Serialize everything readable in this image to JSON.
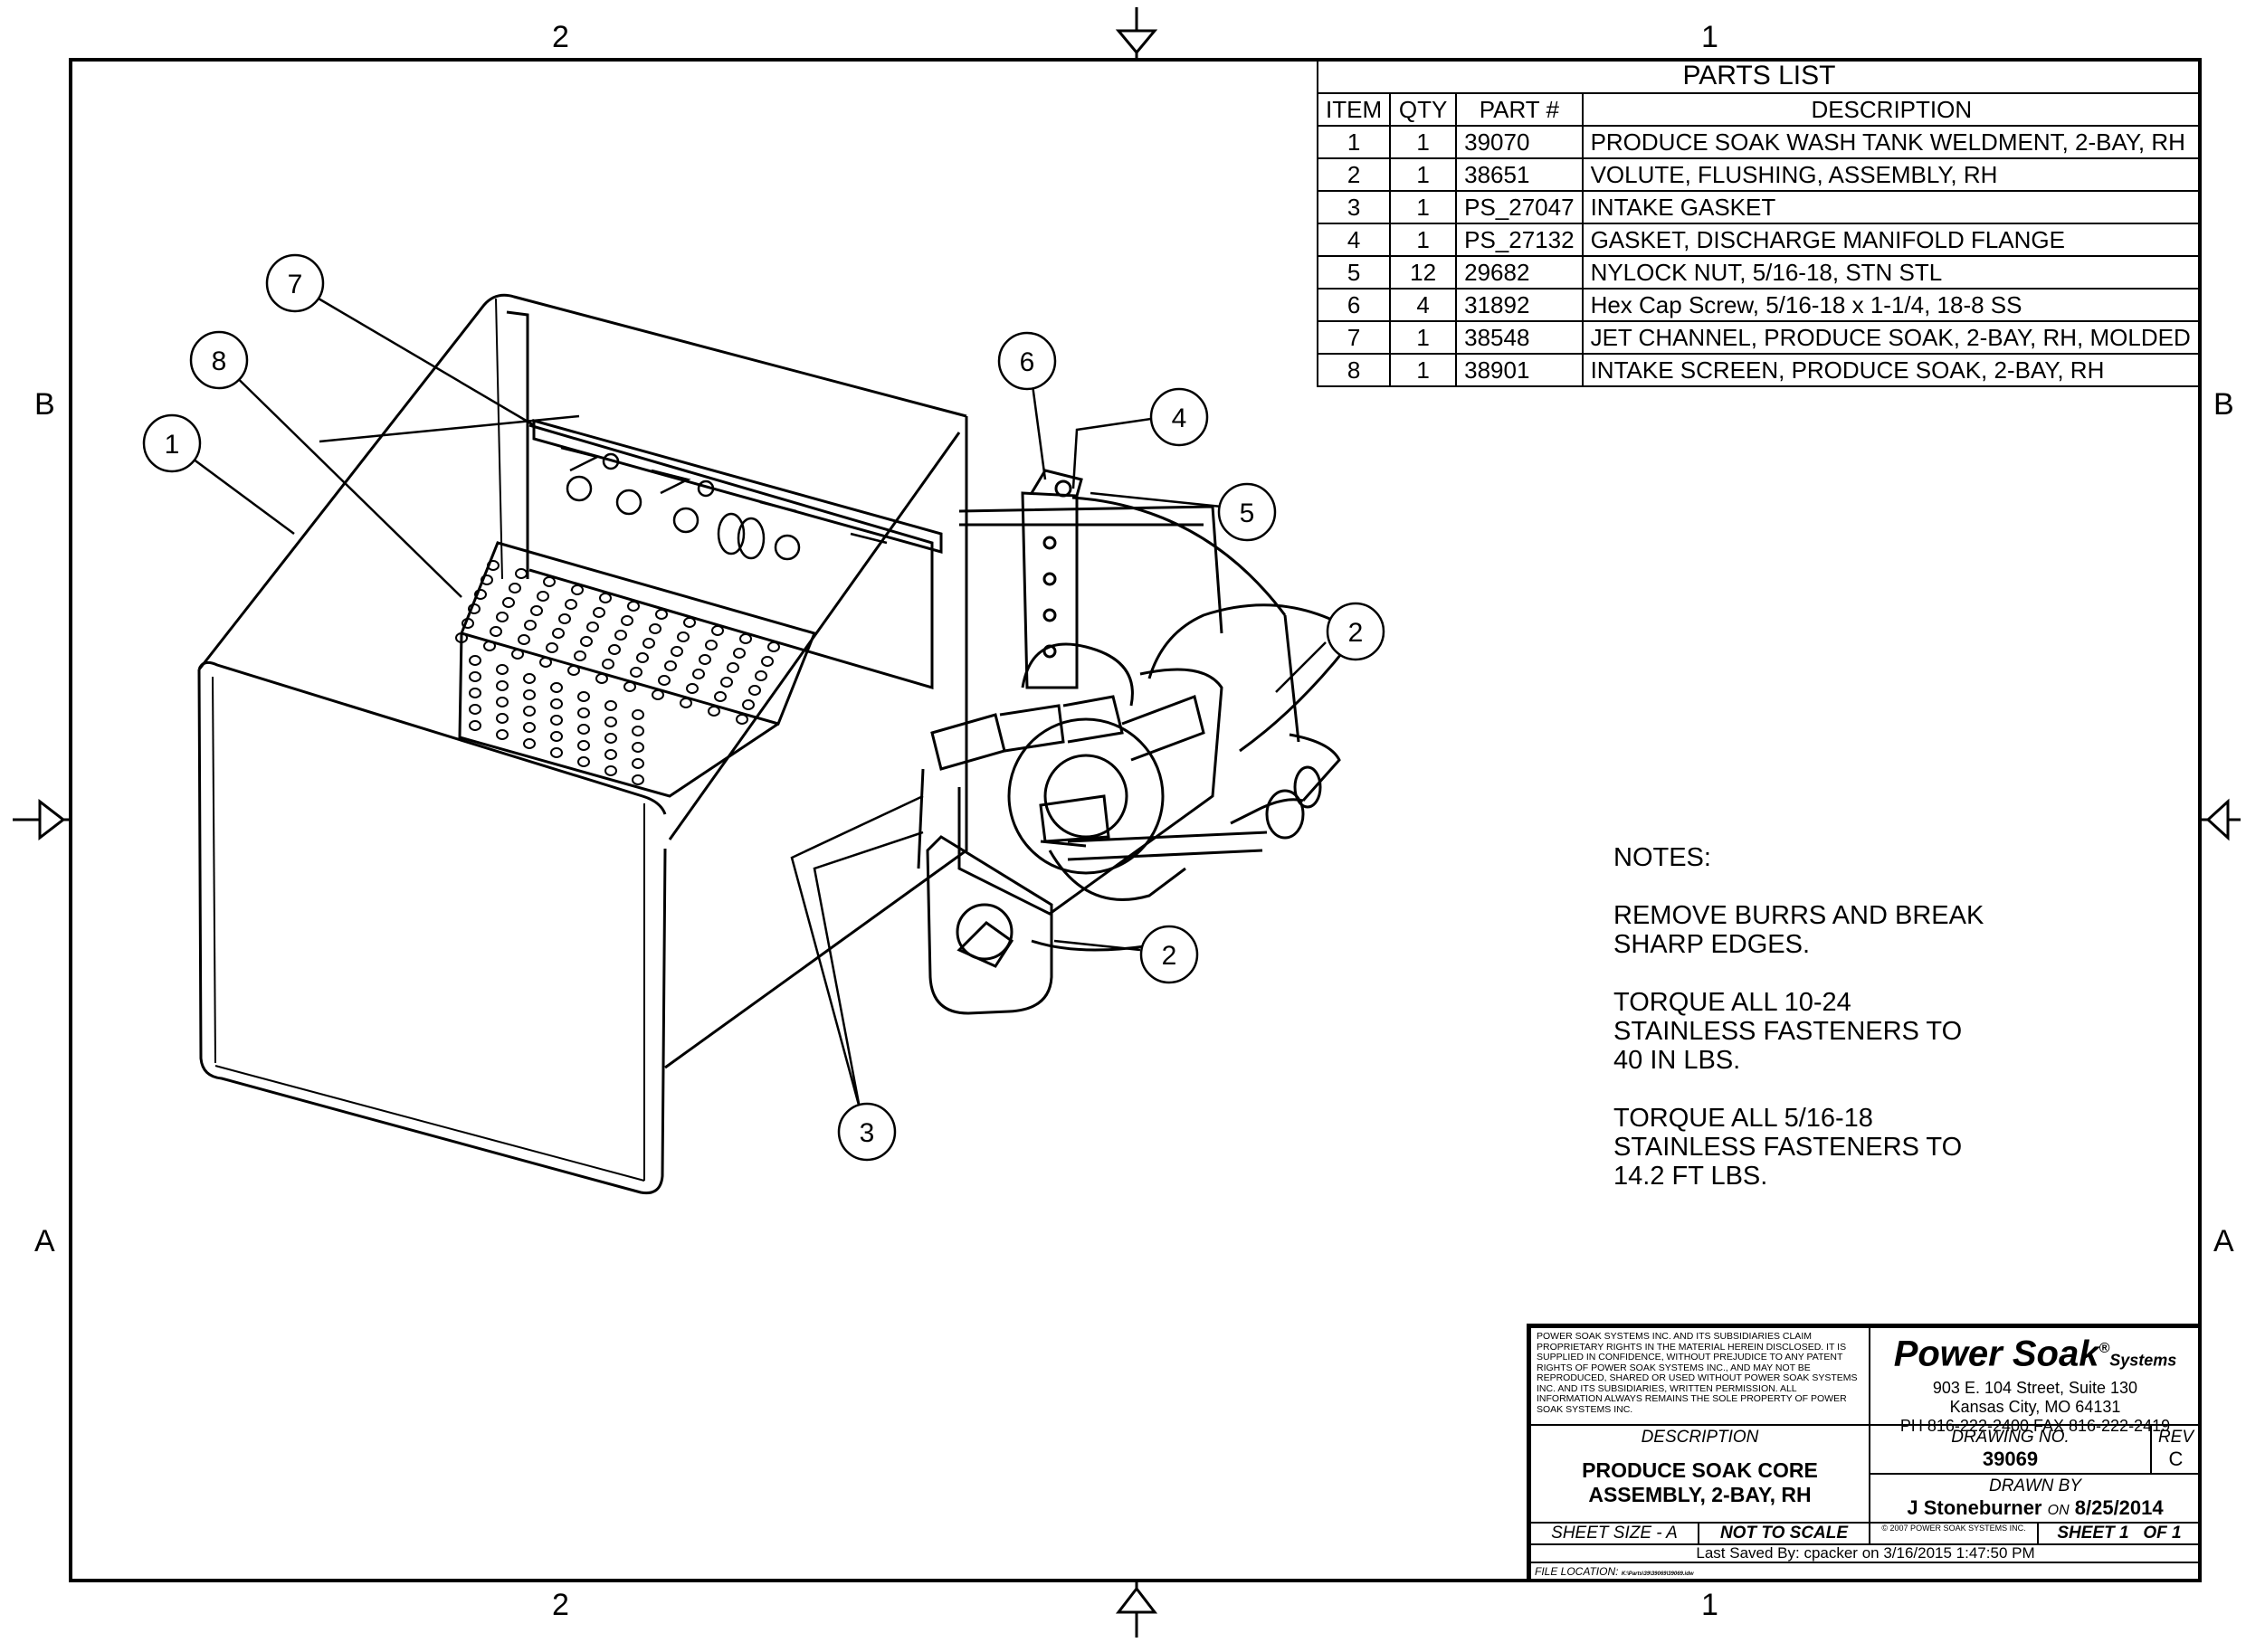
{
  "zones": {
    "top_left": "2",
    "top_right": "1",
    "bottom_left": "2",
    "bottom_right": "1",
    "left_upper": "B",
    "left_lower": "A",
    "right_upper": "B",
    "right_lower": "A"
  },
  "parts_list": {
    "title": "PARTS LIST",
    "headers": [
      "ITEM",
      "QTY",
      "PART #",
      "DESCRIPTION"
    ],
    "rows": [
      {
        "item": "1",
        "qty": "1",
        "part": "39070",
        "desc": "PRODUCE SOAK WASH TANK WELDMENT, 2-BAY, RH"
      },
      {
        "item": "2",
        "qty": "1",
        "part": "38651",
        "desc": "VOLUTE, FLUSHING, ASSEMBLY, RH"
      },
      {
        "item": "3",
        "qty": "1",
        "part": "PS_27047",
        "desc": "INTAKE GASKET"
      },
      {
        "item": "4",
        "qty": "1",
        "part": "PS_27132",
        "desc": "GASKET, DISCHARGE MANIFOLD FLANGE"
      },
      {
        "item": "5",
        "qty": "12",
        "part": "29682",
        "desc": "NYLOCK NUT, 5/16-18, STN STL"
      },
      {
        "item": "6",
        "qty": "4",
        "part": "31892",
        "desc": "Hex Cap Screw, 5/16-18 x 1-1/4, 18-8 SS"
      },
      {
        "item": "7",
        "qty": "1",
        "part": "38548",
        "desc": "JET CHANNEL, PRODUCE SOAK, 2-BAY, RH, MOLDED"
      },
      {
        "item": "8",
        "qty": "1",
        "part": "38901",
        "desc": "INTAKE SCREEN, PRODUCE SOAK, 2-BAY, RH"
      }
    ]
  },
  "balloons": [
    "1",
    "2",
    "2",
    "3",
    "4",
    "5",
    "6",
    "7",
    "8"
  ],
  "notes": {
    "heading": "NOTES:",
    "items": [
      "REMOVE BURRS AND BREAK\nSHARP EDGES.",
      "TORQUE ALL 10-24\nSTAINLESS FASTENERS TO\n40 IN LBS.",
      "TORQUE ALL 5/16-18\nSTAINLESS FASTENERS TO\n14.2 FT LBS."
    ]
  },
  "title_block": {
    "disclaimer": "POWER SOAK SYSTEMS INC. AND ITS SUBSIDIARIES CLAIM PROPRIETARY RIGHTS IN THE MATERIAL HEREIN DISCLOSED. IT IS SUPPLIED IN CONFIDENCE, WITHOUT PREJUDICE TO ANY PATENT RIGHTS OF POWER SOAK SYSTEMS INC., AND MAY NOT BE REPRODUCED, SHARED OR USED WITHOUT POWER SOAK SYSTEMS INC. AND ITS SUBSIDIARIES, WRITTEN PERMISSION. ALL INFORMATION ALWAYS REMAINS THE SOLE PROPERTY OF POWER SOAK SYSTEMS INC.",
    "company": "Power Soak",
    "company_suffix": "Systems",
    "registered": "®",
    "address1": "903 E. 104 Street, Suite 130",
    "address2": "Kansas City, MO 64131",
    "phone": "PH 816-222-2400  FAX 816-222-2419",
    "description_label": "DESCRIPTION",
    "description": "PRODUCE SOAK CORE ASSEMBLY, 2-BAY, RH",
    "drawing_no_label": "DRAWING NO.",
    "drawing_no": "39069",
    "rev_label": "REV",
    "rev": "C",
    "drawn_by_label": "DRAWN BY",
    "drawn_by": "J Stoneburner",
    "on_label": "ON",
    "drawn_date": "8/25/2014",
    "sheet_size": "SHEET SIZE - A",
    "scale": "NOT TO SCALE",
    "copyright": "© 2007 POWER SOAK SYSTEMS INC.",
    "sheet": "SHEET 1   OF 1",
    "last_saved": "Last Saved By: cpacker on 3/16/2015 1:47:50 PM",
    "file_location_label": "FILE LOCATION:",
    "file_location": "K:\\Parts\\39\\39069\\39069.idw"
  }
}
